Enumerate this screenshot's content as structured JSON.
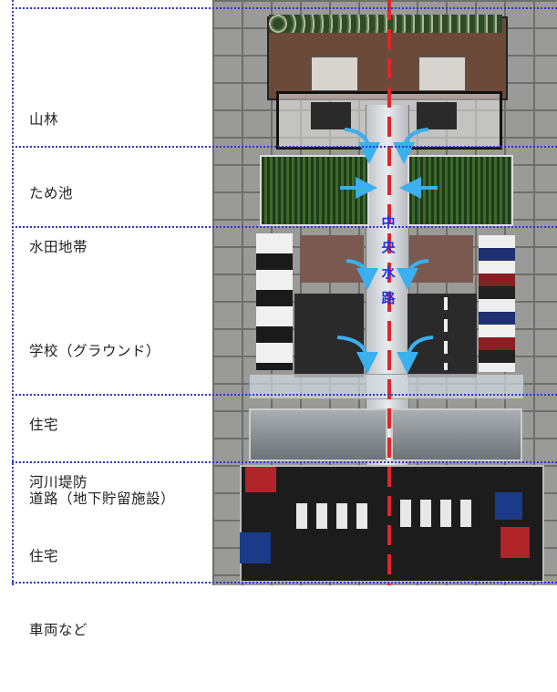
{
  "sections": [
    {
      "lines": [
        "山林",
        "ため池"
      ]
    },
    {
      "lines": [
        "水田地帯"
      ]
    },
    {
      "lines": [
        "学校（グラウンド）",
        "住宅",
        "道路（地下貯留施設）"
      ]
    },
    {
      "lines": [
        "河川堤防"
      ]
    },
    {
      "lines": [
        "住宅",
        "車両など"
      ]
    }
  ],
  "channel_label": [
    "中",
    "央",
    "水",
    "路"
  ],
  "colors": {
    "divider": "#2f36c9",
    "center_line": "#e0262b",
    "arrows": "#3ab0ee",
    "channel_text": "#2431e0"
  }
}
